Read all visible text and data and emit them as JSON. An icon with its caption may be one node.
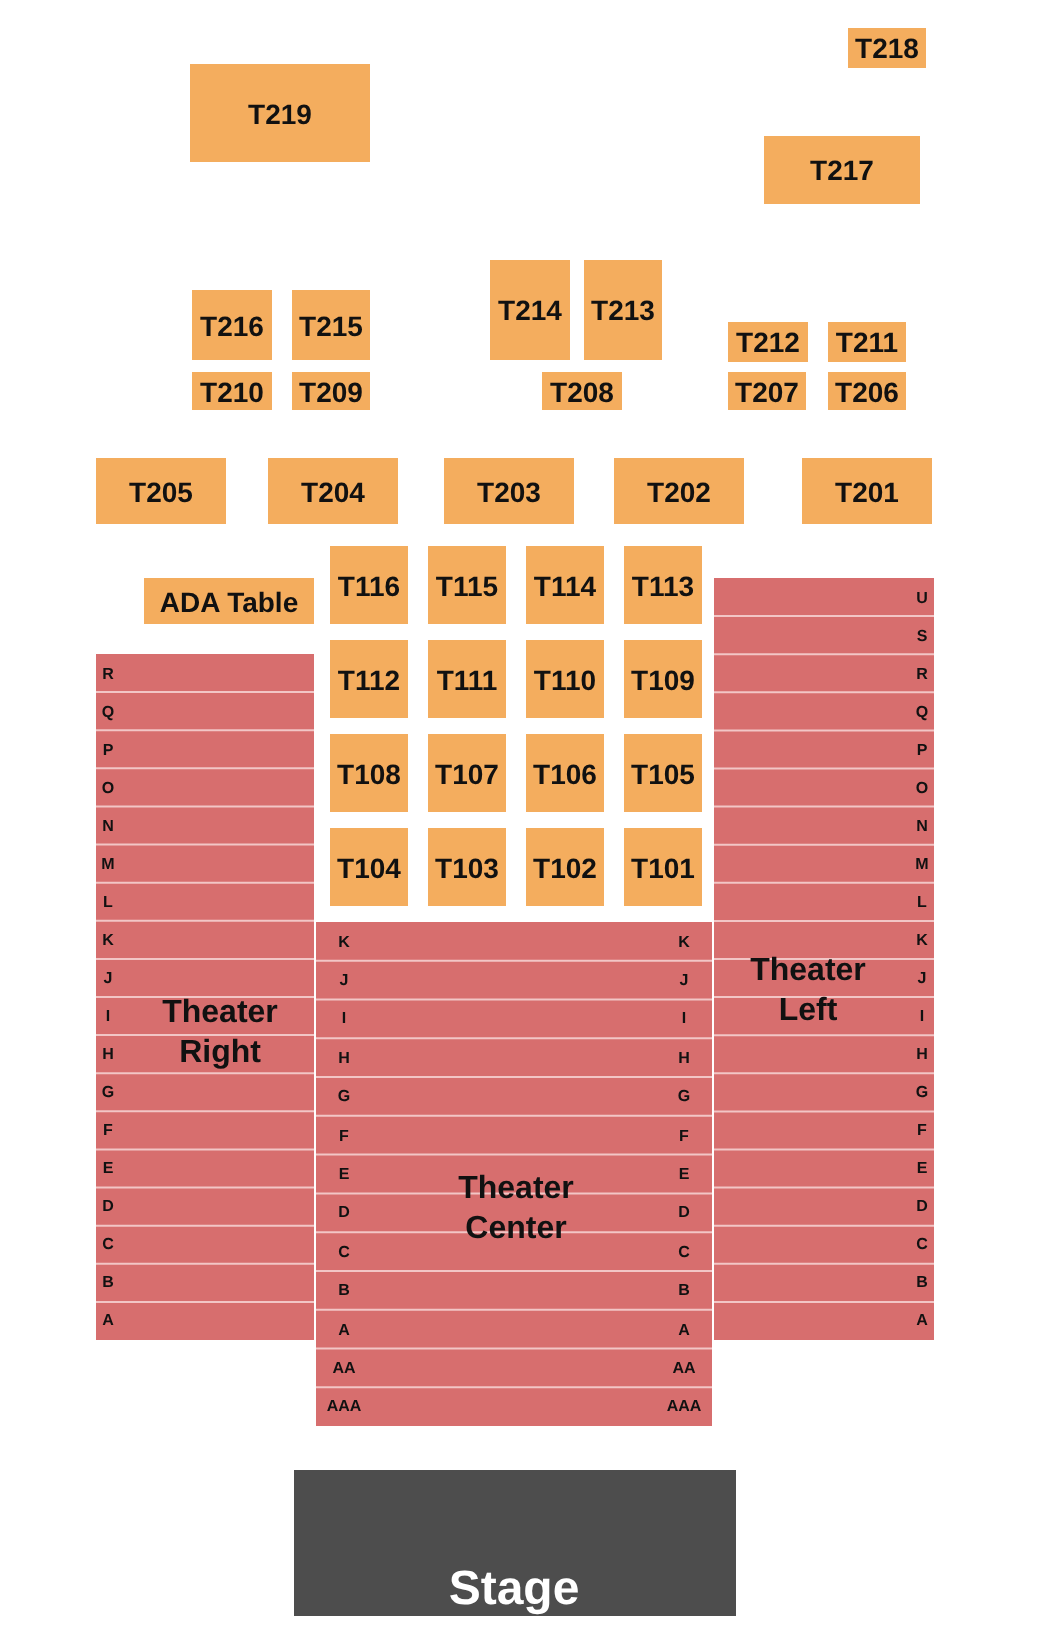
{
  "diagram": {
    "nodes": [
      {
        "text": [
          "T218"
        ]
      },
      {
        "text": [
          "T219"
        ]
      },
      {
        "text": [
          "T217"
        ]
      },
      {
        "text": [
          "T216"
        ]
      },
      {
        "text": [
          "T215"
        ]
      },
      {
        "text": [
          "T214"
        ]
      },
      {
        "text": [
          "T213"
        ]
      },
      {
        "text": [
          "T212"
        ]
      },
      {
        "text": [
          "T211"
        ]
      },
      {
        "text": [
          "T210"
        ]
      },
      {
        "text": [
          "T209"
        ]
      },
      {
        "text": [
          "T208"
        ]
      },
      {
        "text": [
          "T207"
        ]
      },
      {
        "text": [
          "T206"
        ]
      },
      {
        "text": [
          "T205"
        ]
      },
      {
        "text": [
          "T204"
        ]
      },
      {
        "text": [
          "T203"
        ]
      },
      {
        "text": [
          "T202"
        ]
      },
      {
        "text": [
          "T201"
        ]
      },
      {
        "text": [
          "T116"
        ]
      },
      {
        "text": [
          "T115"
        ]
      },
      {
        "text": [
          "T114"
        ]
      },
      {
        "text": [
          "T113"
        ]
      },
      {
        "text": [
          "ADA Table"
        ]
      },
      {
        "text": [
          "T112"
        ]
      },
      {
        "text": [
          "T111"
        ]
      },
      {
        "text": [
          "T110"
        ]
      },
      {
        "text": [
          "T109"
        ]
      },
      {
        "text": [
          "T108"
        ]
      },
      {
        "text": [
          "T107"
        ]
      },
      {
        "text": [
          "T106"
        ]
      },
      {
        "text": [
          "T105"
        ]
      },
      {
        "text": [
          "T104"
        ]
      },
      {
        "text": [
          "T103"
        ]
      },
      {
        "text": [
          "T102"
        ]
      },
      {
        "text": [
          "T101"
        ]
      },
      {
        "text": [
          "Theater Right"
        ]
      },
      {
        "text": [
          "Theater Left"
        ]
      },
      {
        "text": [
          "Theater Center"
        ]
      },
      {
        "text": [
          "Stage"
        ]
      }
    ],
    "labels": [
      "R",
      "Q",
      "P",
      "O",
      "N",
      "M",
      "L",
      "K",
      "J",
      "I",
      "H",
      "G",
      "F",
      "E",
      "D",
      "C",
      "B",
      "A",
      "K",
      "K",
      "J",
      "J",
      "I",
      "I",
      "H",
      "H",
      "G",
      "G",
      "F",
      "F",
      "E",
      "E",
      "D",
      "D",
      "C",
      "C",
      "B",
      "B",
      "A",
      "A",
      "AA",
      "AA",
      "AAA",
      "AAA",
      "U",
      "S",
      "R",
      "Q",
      "P",
      "O",
      "N",
      "M",
      "L",
      "K",
      "J",
      "I",
      "H",
      "G",
      "F",
      "E",
      "D",
      "C",
      "B",
      "A"
    ]
  }
}
